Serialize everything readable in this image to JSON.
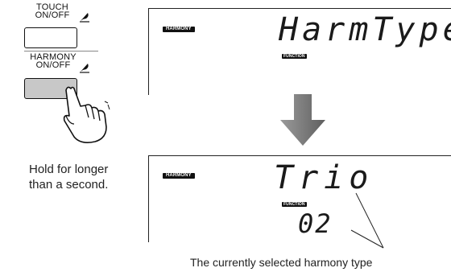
{
  "panel": {
    "touch_button": {
      "label_line1": "TOUCH",
      "label_line2": "ON/OFF"
    },
    "harmony_button": {
      "label_line1": "HARMONY",
      "label_line2": "ON/OFF"
    },
    "hold_instruction": {
      "line1": "Hold for longer",
      "line2": "than a second."
    }
  },
  "display_top": {
    "mode_tag": "HARMONY",
    "main_text": "HarmType",
    "function_tag": "FUNCTION"
  },
  "display_bottom": {
    "mode_tag": "HARMONY",
    "main_text": "Trio",
    "function_tag": "FUNCTION",
    "number": "02"
  },
  "callout": "The currently selected harmony type",
  "colors": {
    "pressed_button": "#c8c8c8",
    "arrow": "#8a8a8a",
    "tag_bg": "#111111"
  },
  "icons": [
    "feather-icon",
    "feather-icon",
    "hand-press-icon",
    "down-arrow-icon"
  ]
}
